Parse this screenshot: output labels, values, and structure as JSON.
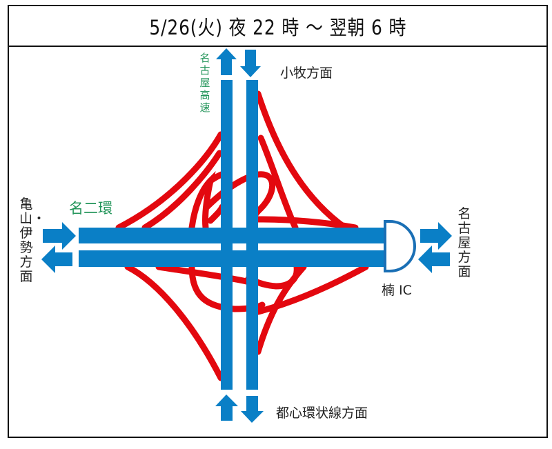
{
  "header": {
    "title": "5/26(火) 夜 22 時 ～ 翌朝 6 時"
  },
  "directions": {
    "north": "小牧方面",
    "south": "都心環状線方面",
    "west": "亀山・伊勢方面",
    "east": "名古屋方面"
  },
  "roads": {
    "horizontal": "名二環",
    "vertical": "名古屋高速"
  },
  "interchange": {
    "label": "楠 IC"
  },
  "colors": {
    "road_blue": "#0a7fc6",
    "ic_blue": "#1a6fb5",
    "ramp_red": "#e3080f",
    "road_label_green": "#23955a",
    "text": "#222222",
    "border": "#111111"
  },
  "icons": {
    "north_up_arrow": "arrow-up-icon",
    "north_down_arrow": "arrow-down-icon",
    "south_up_arrow": "arrow-up-icon",
    "south_down_arrow": "arrow-down-icon",
    "west_right_arrow": "arrow-right-icon",
    "west_left_arrow": "arrow-left-icon",
    "east_right_arrow": "arrow-right-icon",
    "east_left_arrow": "arrow-left-icon",
    "interchange_symbol": "half-circle-ic-icon"
  }
}
